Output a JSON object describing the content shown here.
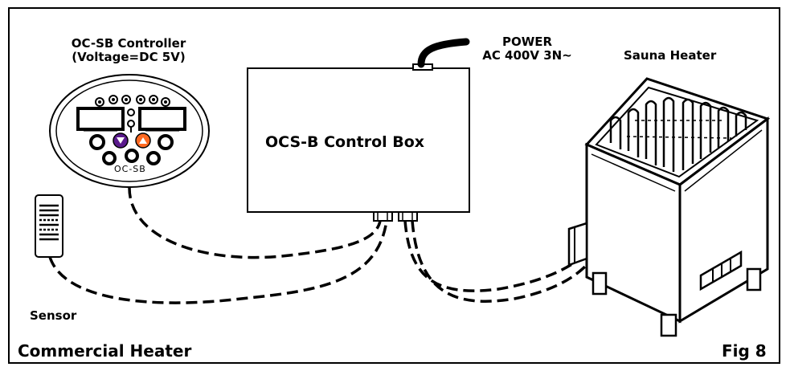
{
  "controller": {
    "title": "OC-SB Controller",
    "voltage": "(Voltage=DC 5V)",
    "brand": "OC-SB"
  },
  "control_box": {
    "label": "OCS-B Control Box"
  },
  "power": {
    "title": "POWER",
    "spec": "AC 400V 3N~"
  },
  "heater": {
    "label": "Sauna Heater"
  },
  "sensor": {
    "label": "Sensor"
  },
  "footer": {
    "caption": "Commercial Heater",
    "figure": "Fig 8"
  },
  "colors": {
    "line": "#000000",
    "background": "#ffffff",
    "up_button": "#ff6a22",
    "down_button": "#5a1a8c"
  }
}
